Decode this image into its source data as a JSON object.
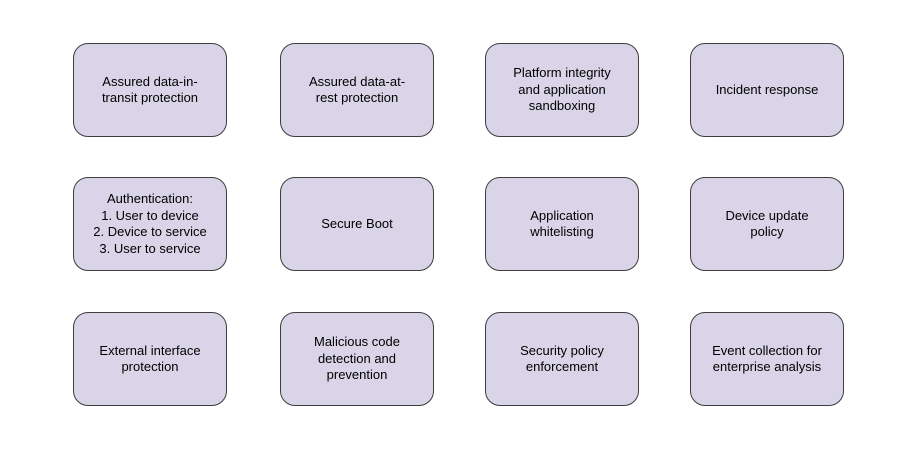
{
  "diagram": {
    "background_color": "#ffffff",
    "node_fill_color": "#d9d4e7",
    "node_border_color": "#3d3d3d",
    "text_color": "#000000",
    "boxes": [
      {
        "id": "assured-data-in-transit-protection",
        "label": "Assured data-in-\ntransit protection"
      },
      {
        "id": "assured-data-at-rest-protection",
        "label": "Assured data-at-\nrest protection"
      },
      {
        "id": "platform-integrity-and-application-sandboxing",
        "label": "Platform integrity\nand application\nsandboxing"
      },
      {
        "id": "incident-response",
        "label": "Incident response"
      },
      {
        "id": "authentication",
        "label": "Authentication:\n1. User to device\n2. Device to service\n3. User to service"
      },
      {
        "id": "secure-boot",
        "label": "Secure Boot"
      },
      {
        "id": "application-whitelisting",
        "label": "Application\nwhitelisting"
      },
      {
        "id": "device-update-policy",
        "label": "Device update\npolicy"
      },
      {
        "id": "external-interface-protection",
        "label": "External interface\nprotection"
      },
      {
        "id": "malicious-code-detection-and-prevention",
        "label": "Malicious code\ndetection and\nprevention"
      },
      {
        "id": "security-policy-enforcement",
        "label": "Security policy\nenforcement"
      },
      {
        "id": "event-collection-for-enterprise-analysis",
        "label": "Event collection for\nenterprise analysis"
      }
    ]
  }
}
